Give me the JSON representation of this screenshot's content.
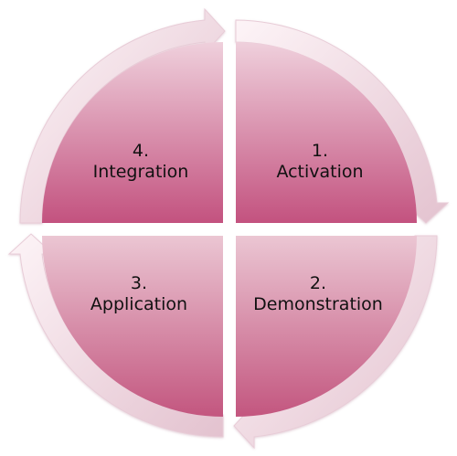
{
  "diagram": {
    "quadrants": [
      {
        "number": "4.",
        "label": "Integration"
      },
      {
        "number": "1.",
        "label": "Activation"
      },
      {
        "number": "3.",
        "label": "Application"
      },
      {
        "number": "2.",
        "label": "Demonstration"
      }
    ]
  },
  "colors": {
    "quadrant_light": "#ebc4d2",
    "quadrant_dark": "#c3527f",
    "arrow_light": "#fdf4f7",
    "arrow_dark": "#e6c6d1",
    "text": "#111111"
  }
}
